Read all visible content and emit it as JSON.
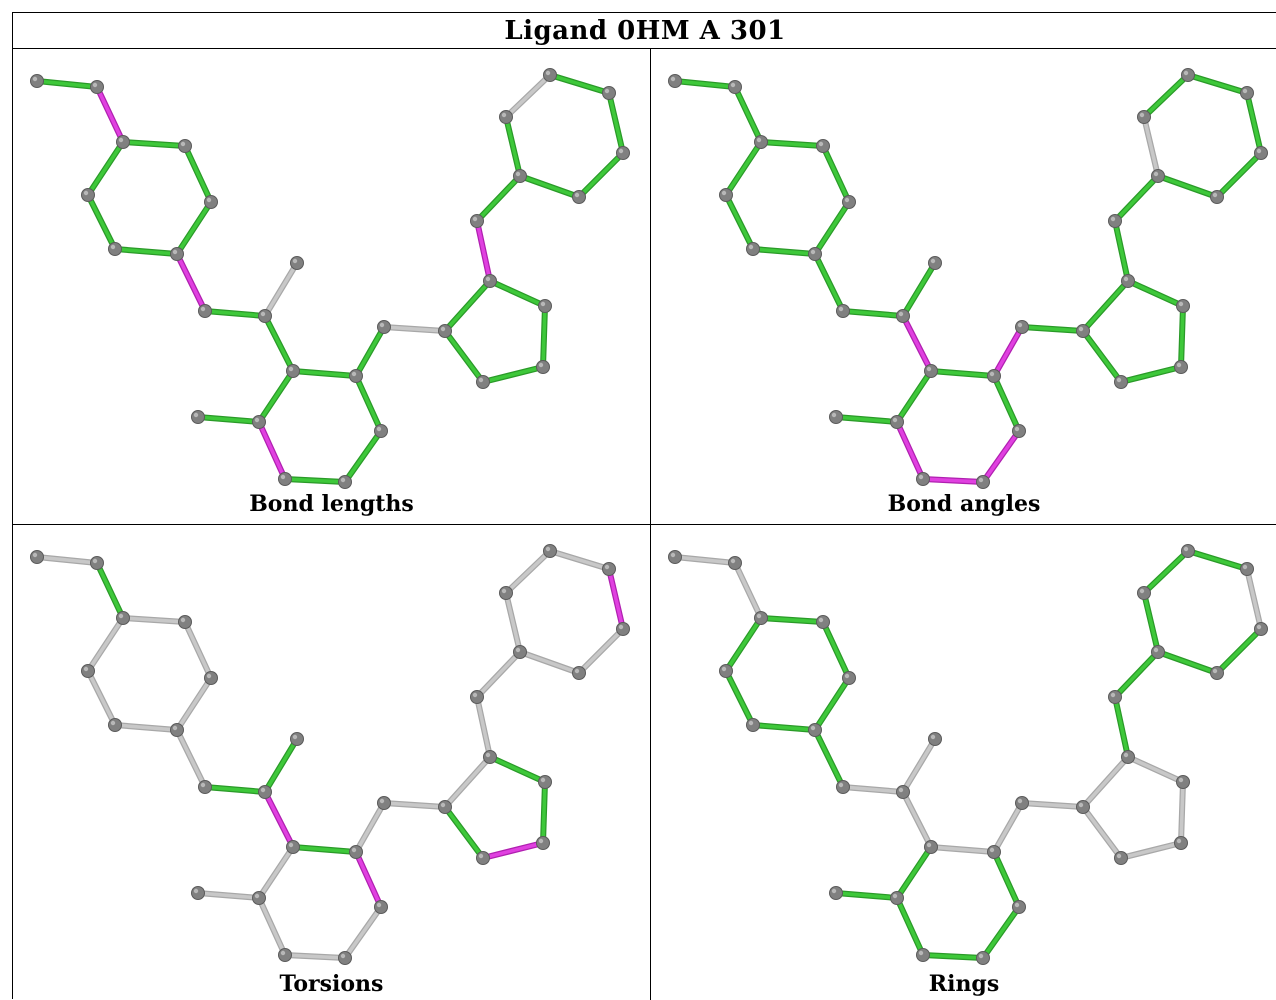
{
  "title": "Ligand 0HM A 301",
  "colors": {
    "ok": "#3ec83a",
    "outlier": "#e040e0",
    "neutral": "#c8c8c8",
    "atom": "#808080"
  },
  "panels": [
    {
      "id": "bond-lengths",
      "caption": "Bond lengths",
      "bond_status": [
        "g",
        "m",
        "g",
        "g",
        "g",
        "g",
        "g",
        "m",
        "g",
        "n",
        "g",
        "g",
        "g",
        "g",
        "g",
        "m",
        "g",
        "g",
        "g",
        "n",
        "g",
        "g",
        "g",
        "g",
        "g",
        "m",
        "g",
        "g",
        "n",
        "g",
        "g",
        "g",
        "g",
        "g",
        "g",
        "g"
      ]
    },
    {
      "id": "bond-angles",
      "caption": "Bond angles",
      "bond_status": [
        "g",
        "g",
        "g",
        "g",
        "g",
        "g",
        "g",
        "g",
        "g",
        "g",
        "m",
        "g",
        "g",
        "m",
        "m",
        "m",
        "g",
        "g",
        "m",
        "g",
        "g",
        "g",
        "g",
        "g",
        "g",
        "g",
        "g",
        "n",
        "g",
        "g",
        "g",
        "g",
        "g",
        "g",
        "g",
        "g"
      ]
    },
    {
      "id": "torsions",
      "caption": "Torsions",
      "bond_status": [
        "n",
        "g",
        "n",
        "n",
        "n",
        "n",
        "n",
        "n",
        "g",
        "g",
        "m",
        "g",
        "m",
        "n",
        "n",
        "n",
        "n",
        "n",
        "n",
        "n",
        "n",
        "g",
        "g",
        "m",
        "g",
        "n",
        "n",
        "n",
        "n",
        "n",
        "m",
        "n",
        "n",
        "n",
        "n",
        "n"
      ]
    },
    {
      "id": "rings",
      "caption": "Rings",
      "bond_status": [
        "n",
        "n",
        "g",
        "g",
        "g",
        "g",
        "g",
        "g",
        "n",
        "n",
        "n",
        "n",
        "g",
        "g",
        "g",
        "g",
        "g",
        "g",
        "n",
        "n",
        "n",
        "n",
        "n",
        "n",
        "n",
        "g",
        "g",
        "g",
        "g",
        "g",
        "n",
        "g",
        "g",
        "g",
        "g",
        "g"
      ]
    }
  ]
}
